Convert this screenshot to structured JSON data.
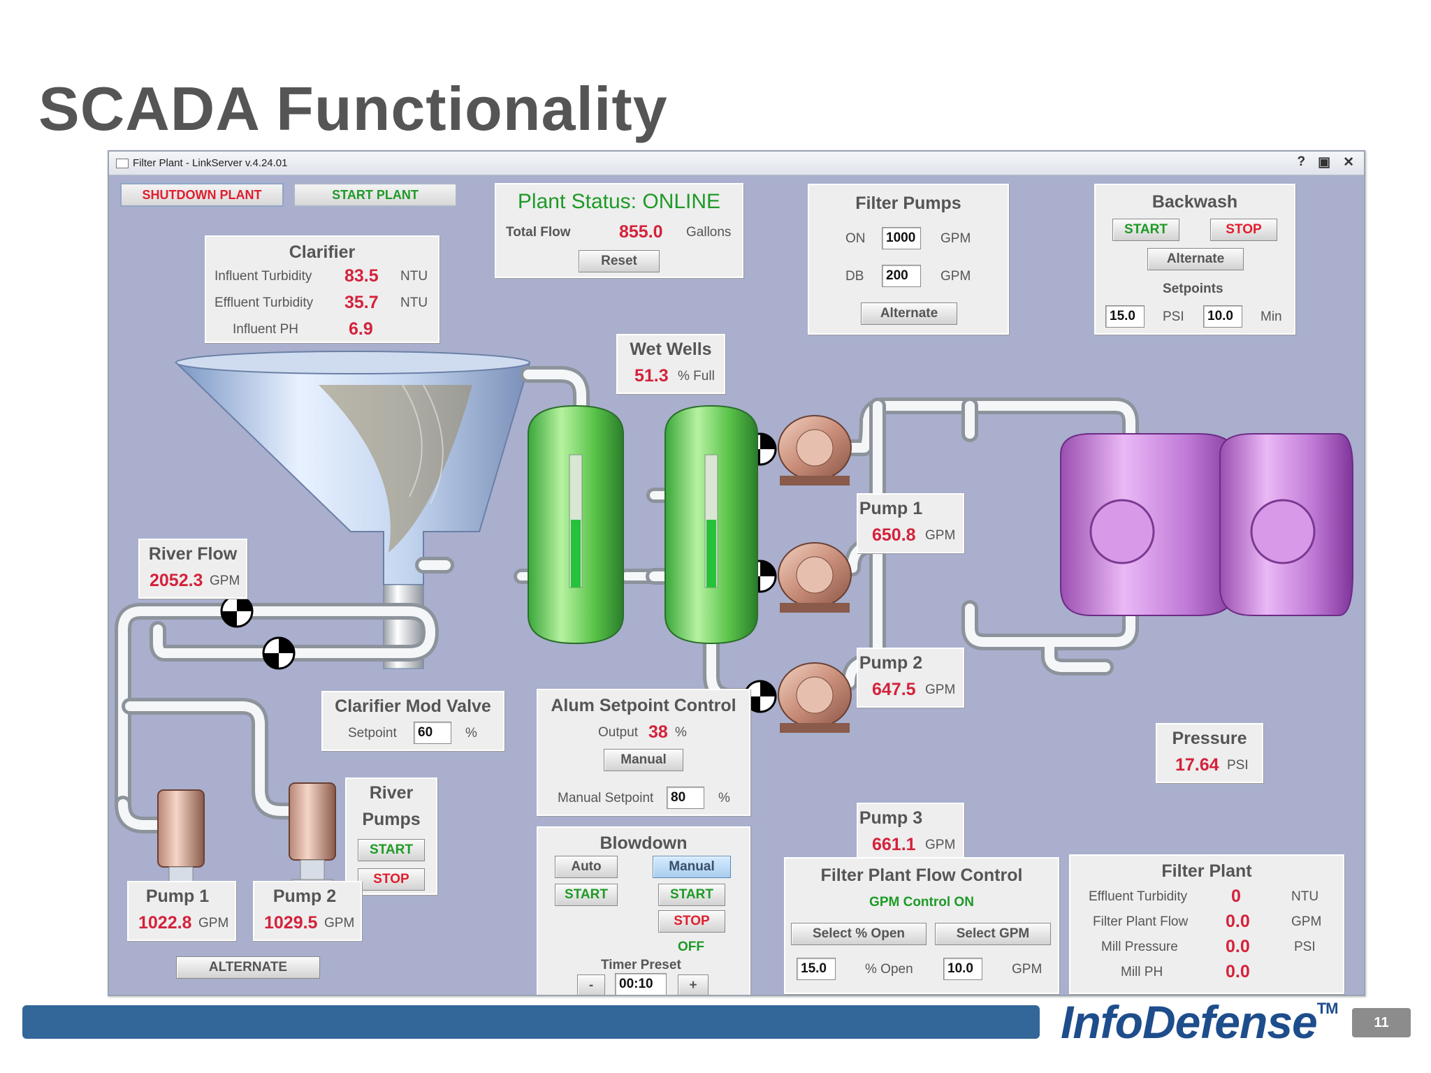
{
  "slide": {
    "title": "SCADA Functionality",
    "page_number": "11",
    "brand": "InfoDefense",
    "brand_tm": "TM"
  },
  "window": {
    "title": "Filter Plant - LinkServer v.4.24.01",
    "help": "?",
    "restore": "▣",
    "close": "✕"
  },
  "toolbar": {
    "shutdown": "SHUTDOWN PLANT",
    "start": "START PLANT"
  },
  "plant_status": {
    "status": "Plant Status: ONLINE",
    "total_flow_label": "Total Flow",
    "total_flow_value": "855.0",
    "total_flow_unit": "Gallons",
    "reset": "Reset"
  },
  "clarifier": {
    "title": "Clarifier",
    "rows": [
      {
        "label": "Influent Turbidity",
        "value": "83.5",
        "unit": "NTU"
      },
      {
        "label": "Effluent Turbidity",
        "value": "35.7",
        "unit": "NTU"
      },
      {
        "label": "Influent PH",
        "value": "6.9",
        "unit": ""
      }
    ]
  },
  "filter_pumps": {
    "title": "Filter Pumps",
    "on_label": "ON",
    "on_value": "1000",
    "on_unit": "GPM",
    "db_label": "DB",
    "db_value": "200",
    "db_unit": "GPM",
    "alternate": "Alternate"
  },
  "backwash": {
    "title": "Backwash",
    "start": "START",
    "stop": "STOP",
    "alternate": "Alternate",
    "setpoints_label": "Setpoints",
    "psi_value": "15.0",
    "psi_unit": "PSI",
    "min_value": "10.0",
    "min_unit": "Min"
  },
  "wet_wells": {
    "title": "Wet Wells",
    "value": "51.3",
    "unit": "% Full",
    "level_fraction": 0.513
  },
  "river_flow": {
    "title": "River Flow",
    "value": "2052.3",
    "unit": "GPM"
  },
  "filter_pump_readouts": [
    {
      "title": "Pump 1",
      "value": "650.8",
      "unit": "GPM"
    },
    {
      "title": "Pump 2",
      "value": "647.5",
      "unit": "GPM"
    },
    {
      "title": "Pump 3",
      "value": "661.1",
      "unit": "GPM"
    }
  ],
  "clarifier_valve": {
    "title": "Clarifier Mod Valve",
    "setpoint_label": "Setpoint",
    "setpoint_value": "60",
    "unit": "%"
  },
  "alum": {
    "title": "Alum Setpoint Control",
    "output_label": "Output",
    "output_value": "38",
    "output_unit": "%",
    "manual": "Manual",
    "manual_setpoint_label": "Manual Setpoint",
    "manual_setpoint_value": "80",
    "manual_setpoint_unit": "%"
  },
  "river_pumps": {
    "title_line1": "River",
    "title_line2": "Pumps",
    "start": "START",
    "stop": "STOP"
  },
  "river_pump_readouts": [
    {
      "title": "Pump 1",
      "value": "1022.8",
      "unit": "GPM"
    },
    {
      "title": "Pump 2",
      "value": "1029.5",
      "unit": "GPM"
    }
  ],
  "alternate_button": "ALTERNATE",
  "blowdown": {
    "title": "Blowdown",
    "auto": "Auto",
    "manual": "Manual",
    "auto_start": "START",
    "manual_start": "START",
    "manual_stop": "STOP",
    "status": "OFF",
    "timer_label": "Timer Preset",
    "minus": "-",
    "timer_value": "00:10",
    "plus": "+"
  },
  "pressure": {
    "title": "Pressure",
    "value": "17.64",
    "unit": "PSI"
  },
  "flow_control": {
    "title": "Filter Plant Flow Control",
    "status": "GPM Control ON",
    "select_open": "Select % Open",
    "select_gpm": "Select GPM",
    "open_value": "15.0",
    "open_unit": "% Open",
    "gpm_value": "10.0",
    "gpm_unit": "GPM"
  },
  "filter_plant": {
    "title": "Filter Plant",
    "rows": [
      {
        "label": "Effluent Turbidity",
        "value": "0",
        "unit": "NTU"
      },
      {
        "label": "Filter Plant Flow",
        "value": "0.0",
        "unit": "GPM"
      },
      {
        "label": "Mill Pressure",
        "value": "0.0",
        "unit": "PSI"
      },
      {
        "label": "Mill PH",
        "value": "0.0",
        "unit": ""
      }
    ]
  }
}
